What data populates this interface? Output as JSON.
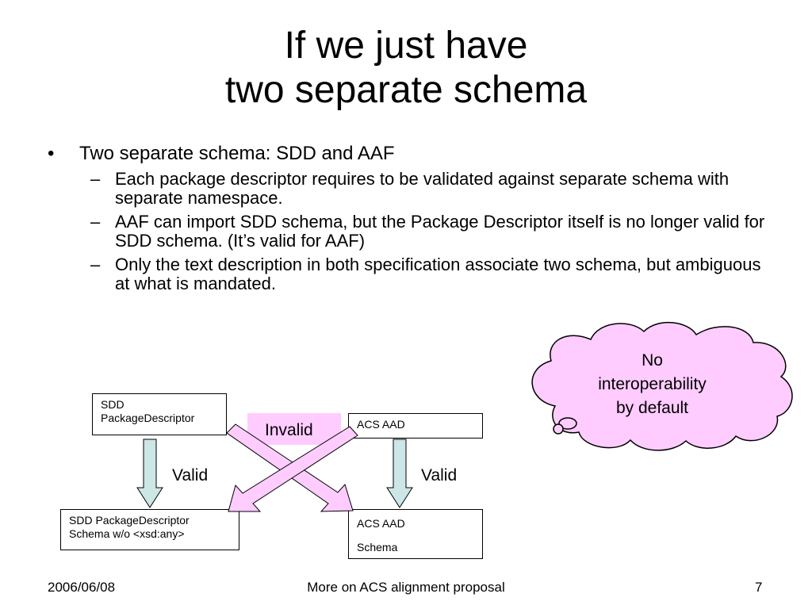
{
  "title": {
    "line1": "If we just have",
    "line2": "two separate schema"
  },
  "bullets": {
    "main": "Two separate schema: SDD and AAF",
    "mark": "•",
    "sub_mark": "–",
    "subs": [
      "Each package descriptor requires to be validated against separate schema with separate namespace.",
      "AAF can import SDD schema, but the Package Descriptor itself is no longer valid for SDD schema. (It’s valid for AAF)",
      "Only the text description in both specification associate two schema, but ambiguous at what is mandated."
    ]
  },
  "diagram": {
    "sdd_box": {
      "line1": "SDD",
      "line2": "PackageDescriptor"
    },
    "acs_box": {
      "line1": "ACS AAD"
    },
    "sdd_schema_box": {
      "line1": "SDD PackageDescriptor",
      "line2": "Schema w/o <xsd:any>"
    },
    "acs_schema_box": {
      "line1": "ACS AAD",
      "line2": "Schema"
    },
    "invalid_label": "Invalid",
    "valid_left": "Valid",
    "valid_right": "Valid",
    "colors": {
      "down_arrow": "#cde6e6",
      "cross_arrow": "#ffccff",
      "cloud": "#ffccff"
    }
  },
  "cloud": {
    "line1": "No",
    "line2": "interoperability",
    "line3": "by default"
  },
  "footer": {
    "date": "2006/06/08",
    "center": "More on ACS alignment proposal",
    "page": "7"
  }
}
